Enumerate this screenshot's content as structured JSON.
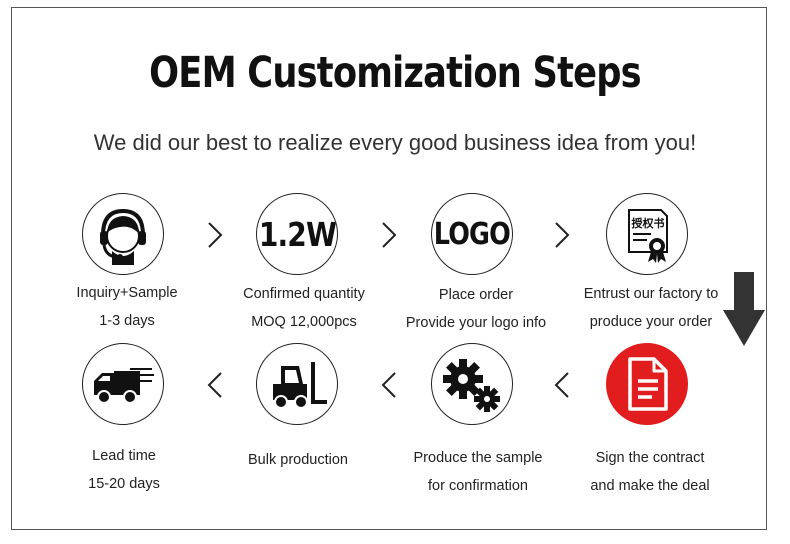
{
  "title": "OEM Customization Steps",
  "subtitle": "We did our best to realize every good business idea from you!",
  "steps": [
    {
      "icon": "headset-icon",
      "line1": "Inquiry+Sample",
      "line2": "1-3 days"
    },
    {
      "icon": "quantity-icon",
      "text": "1.2W",
      "line1": "Confirmed quantity",
      "line2": "MOQ 12,000pcs"
    },
    {
      "icon": "logo-icon",
      "text": "LOGO",
      "line1": "Place order",
      "line2": "Provide your logo info"
    },
    {
      "icon": "certificate-icon",
      "text": "授权书",
      "line1": "Entrust our factory to",
      "line2": "produce your order"
    },
    {
      "icon": "contract-icon",
      "line1": "Sign the contract",
      "line2": "and make the deal"
    },
    {
      "icon": "gears-icon",
      "line1": "Produce the sample",
      "line2": "for confirmation"
    },
    {
      "icon": "forklift-icon",
      "line1": "Bulk production",
      "line2": ""
    },
    {
      "icon": "truck-icon",
      "line1": "Lead time",
      "line2": "15-20 days"
    }
  ],
  "colors": {
    "accent_red": "#e11d1d",
    "arrow": "#333333",
    "text": "#222222"
  }
}
